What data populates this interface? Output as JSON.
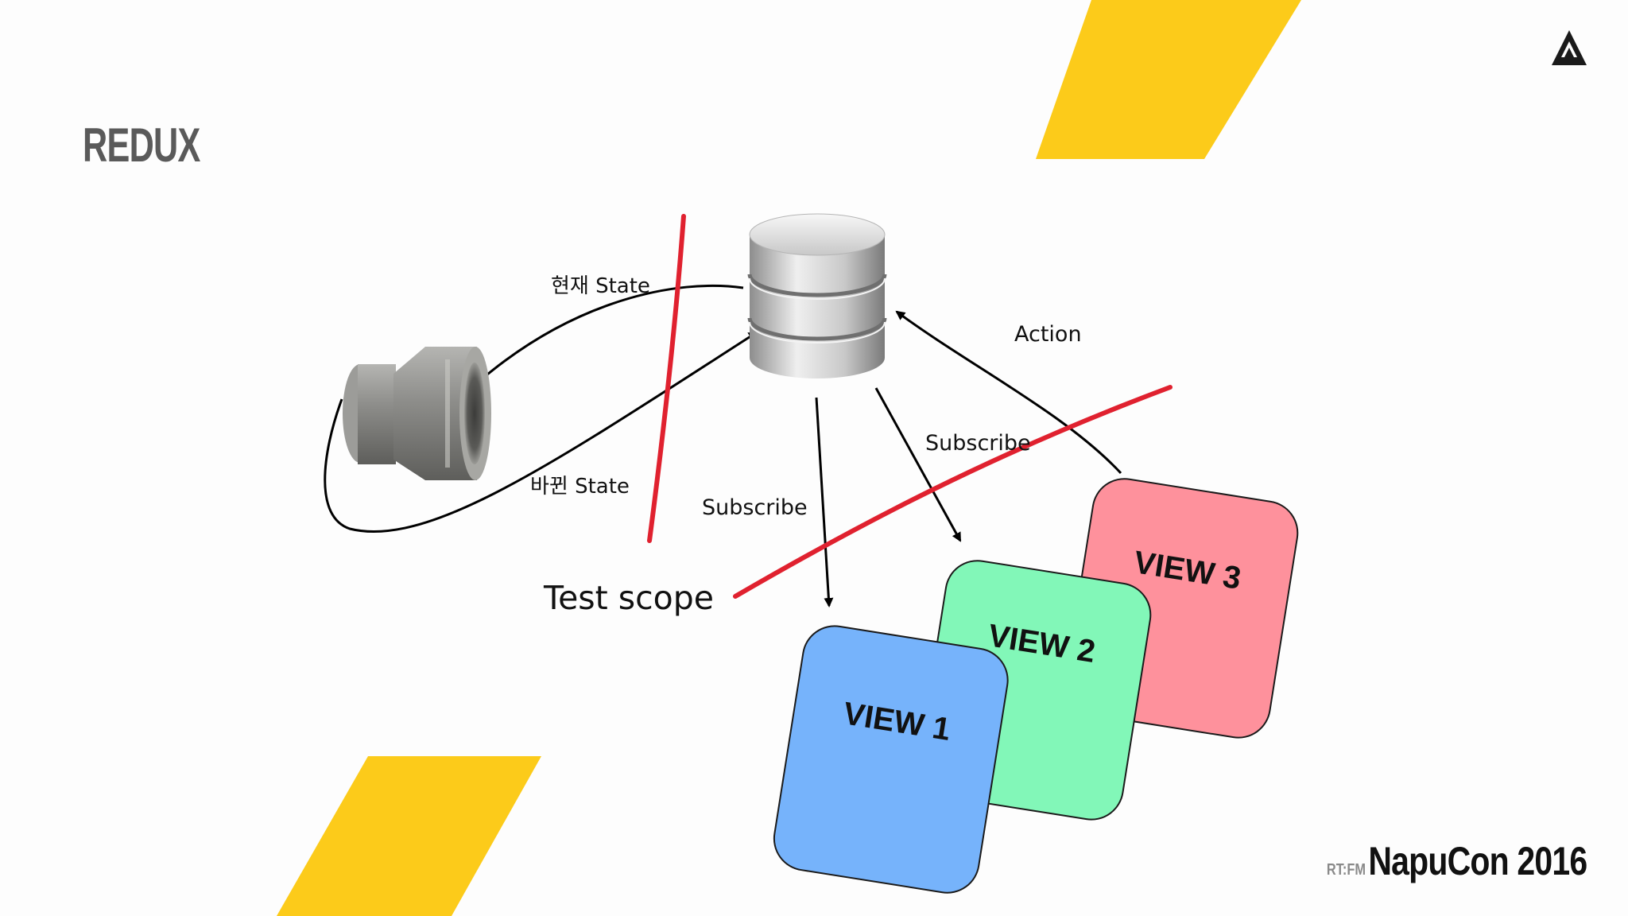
{
  "slide": {
    "title": "REDUX",
    "footer_prefix": "RT:FM",
    "footer_main": "NapuCon 2016"
  },
  "diagram": {
    "labels": {
      "current_state": "현재 State",
      "changed_state": "바뀐 State",
      "action": "Action",
      "subscribe_1": "Subscribe",
      "subscribe_2": "Subscribe",
      "test_scope": "Test scope"
    },
    "views": [
      "VIEW 1",
      "VIEW 2",
      "VIEW 3"
    ]
  },
  "colors": {
    "accent_yellow": "#fccb1a",
    "test_line_red": "#e0212f",
    "view1": "#76b3fb",
    "view2": "#82f7b8",
    "view3": "#fe919c",
    "title_gray": "#5a5a5a"
  },
  "icons": [
    "reducer-pipe-fitting-icon",
    "database-store-icon",
    "triangle-logo-icon"
  ]
}
